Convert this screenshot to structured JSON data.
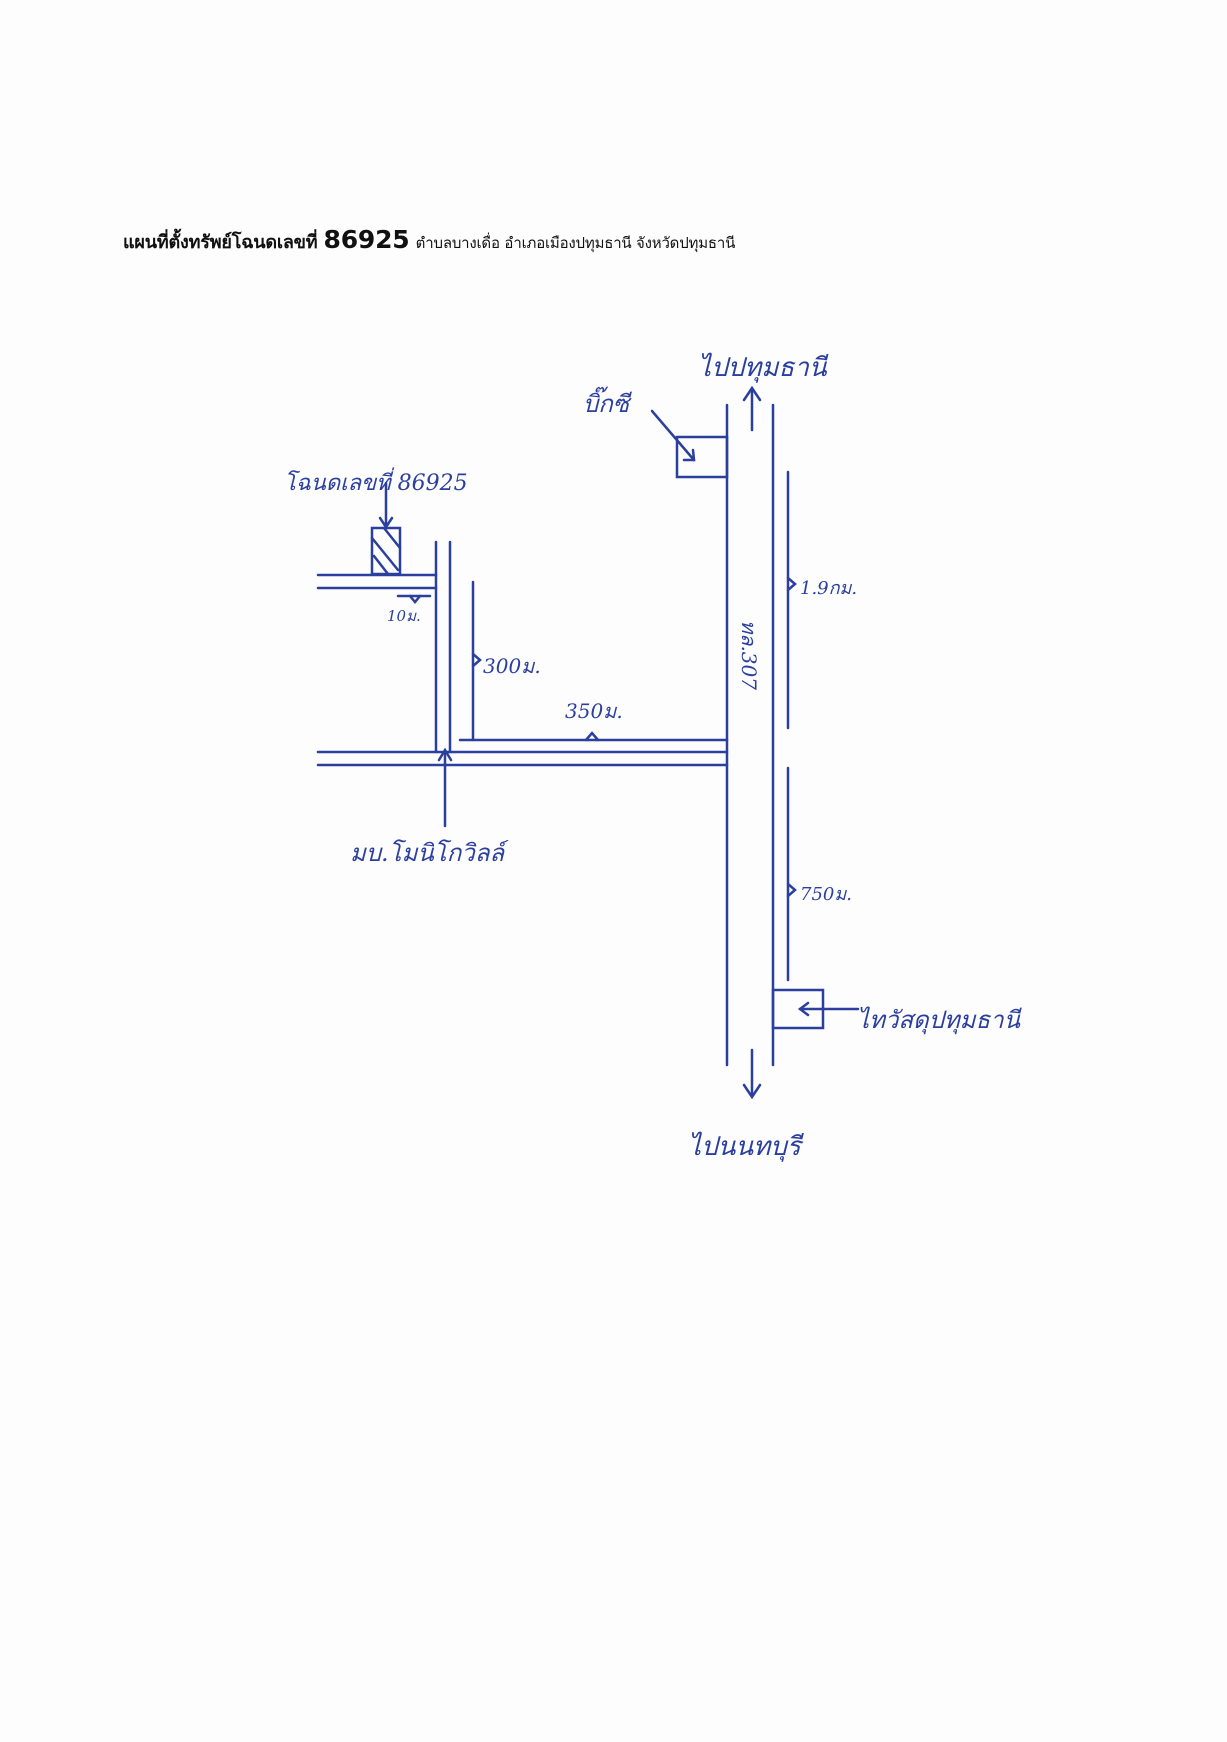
{
  "document": {
    "title_prefix": "แผนที่ตั้งทรัพย์โฉนดเลขที่",
    "title_number": "86925",
    "title_location": "ตำบลบางเดื่อ อำเภอเมืองปทุมธานี จังหวัดปทุมธานี"
  },
  "map": {
    "ink_color": "#2b3f9e",
    "labels": {
      "to_pathum": "ไปปทุมธานี",
      "to_nonthaburi": "ไปนนทบุรี",
      "big_c": "บิ๊กซี",
      "deed": "โฉนดเลขที่ 86925",
      "village": "มบ.โมนิโกวิลล์",
      "office": "ไทวัสดุปทุมธานี",
      "road_name": "ทล.307"
    },
    "distances": {
      "d1": "10ม.",
      "d2": "300ม.",
      "d3": "350ม.",
      "d4": "1.9กม.",
      "d5": "750ม."
    }
  }
}
